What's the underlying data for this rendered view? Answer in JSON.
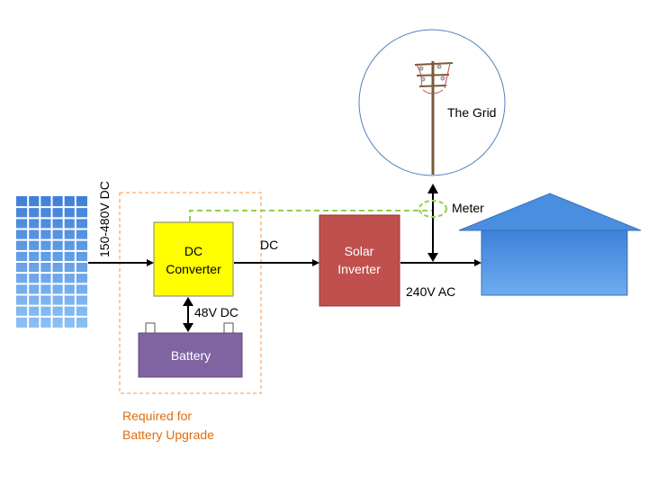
{
  "labels": {
    "pv_voltage": "150-480V DC",
    "dc_converter_line1": "DC",
    "dc_converter_line2": "Converter",
    "dc_link": "DC",
    "battery": "Battery",
    "battery_voltage": "48V DC",
    "inverter_line1": "Solar",
    "inverter_line2": "Inverter",
    "ac_voltage": "240V AC",
    "grid": "The Grid",
    "meter": "Meter",
    "upgrade_line1": "Required for",
    "upgrade_line2": "Battery Upgrade"
  },
  "colors": {
    "panel": "#4f8fe0",
    "converter": "#ffff00",
    "battery": "#8064a2",
    "inverter": "#c0504d",
    "house": "#4a8ee0",
    "upgrade_box": "#f79646",
    "meter_link": "#92d050",
    "grid_circle": "#4f81bd"
  }
}
